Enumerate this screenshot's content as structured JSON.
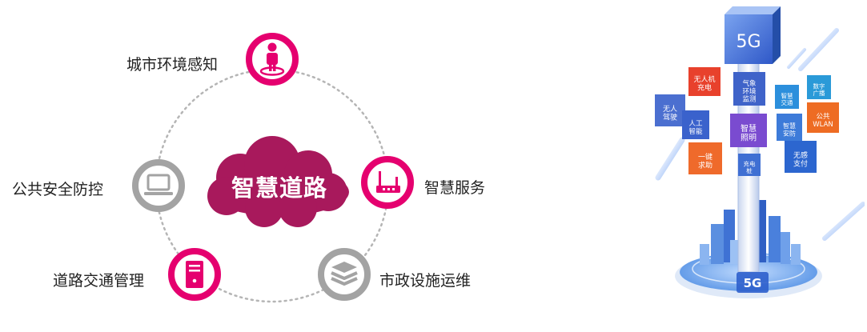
{
  "diagram": {
    "center_label": "智慧道路",
    "nodes": [
      {
        "label": "城市环境感知",
        "icon": "person-icon",
        "color": "#e5006f"
      },
      {
        "label": "智慧服务",
        "icon": "router-icon",
        "color": "#e5006f"
      },
      {
        "label": "市政设施运维",
        "icon": "layers-icon",
        "color": "#9e9e9e"
      },
      {
        "label": "道路交通管理",
        "icon": "server-icon",
        "color": "#e5006f"
      },
      {
        "label": "公共安全防控",
        "icon": "laptop-icon",
        "color": "#9e9e9e"
      }
    ],
    "accent_color": "#e5006f",
    "cloud_color": "#a8195c",
    "ring_color": "#bdbdbd"
  },
  "illustration": {
    "top_cube": "5G",
    "base_badge": "5G",
    "tiles": [
      {
        "text": "无人机 充电",
        "color": "#e8412c"
      },
      {
        "text": "气象 环境 监测",
        "color": "#3f63c9"
      },
      {
        "text": "智慧 交通",
        "color": "#2c8fdc"
      },
      {
        "text": "数字 广播",
        "color": "#2a9ad8"
      },
      {
        "text": "无人 驾驶",
        "color": "#4b6fd0"
      },
      {
        "text": "人工 智能",
        "color": "#3a62cc"
      },
      {
        "text": "智慧 照明",
        "color": "#7a4bd0"
      },
      {
        "text": "智慧 安防",
        "color": "#3d7bd9"
      },
      {
        "text": "公共 WLAN",
        "color": "#ee6c23"
      },
      {
        "text": "一键 求助",
        "color": "#ef6a2b"
      },
      {
        "text": "充电 桩",
        "color": "#3f6fd3"
      },
      {
        "text": "无感 支付",
        "color": "#2c66cf"
      }
    ]
  }
}
